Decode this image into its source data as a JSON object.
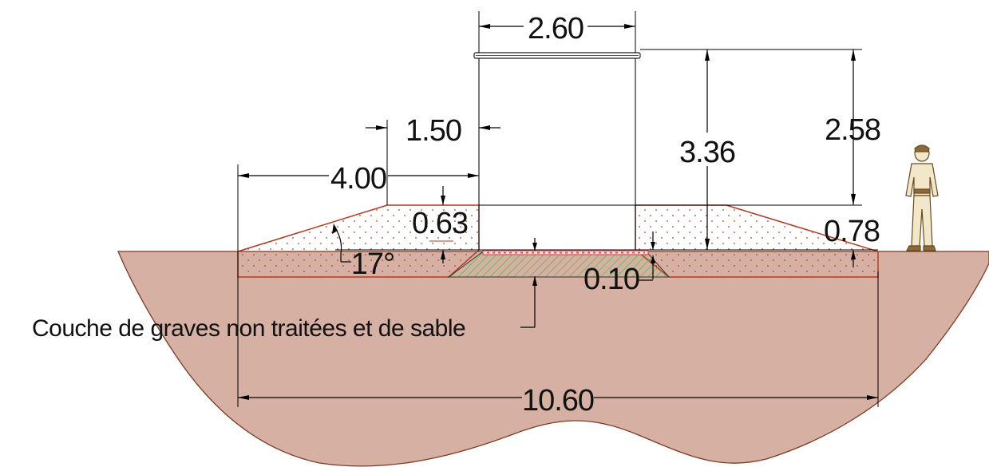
{
  "dimensions": {
    "tank_width": "2.60",
    "offset_width": "1.50",
    "embankment_width": "4.00",
    "total_height": "3.36",
    "tank_above_fill": "2.58",
    "fill_height_left": "0.63",
    "fill_height_right": "0.78",
    "slope_angle": "17°",
    "gravel_thickness": "0.10",
    "total_width": "10.60"
  },
  "labels": {
    "gravel_layer": "Couche de graves non traitées et de sable"
  },
  "colors": {
    "ground_fill": "#d6b0a2",
    "ground_stroke": "#7a3a22",
    "embankment_fill": "#ffffff",
    "embankment_stroke": "#b5391f",
    "embankment_dots": "#c0392b",
    "gravel_hatch": "#3fbf3f",
    "gravel_top": "#d9448a",
    "dimension_lines": "#000000"
  },
  "icons": {
    "person": "standing-worker-figure"
  }
}
